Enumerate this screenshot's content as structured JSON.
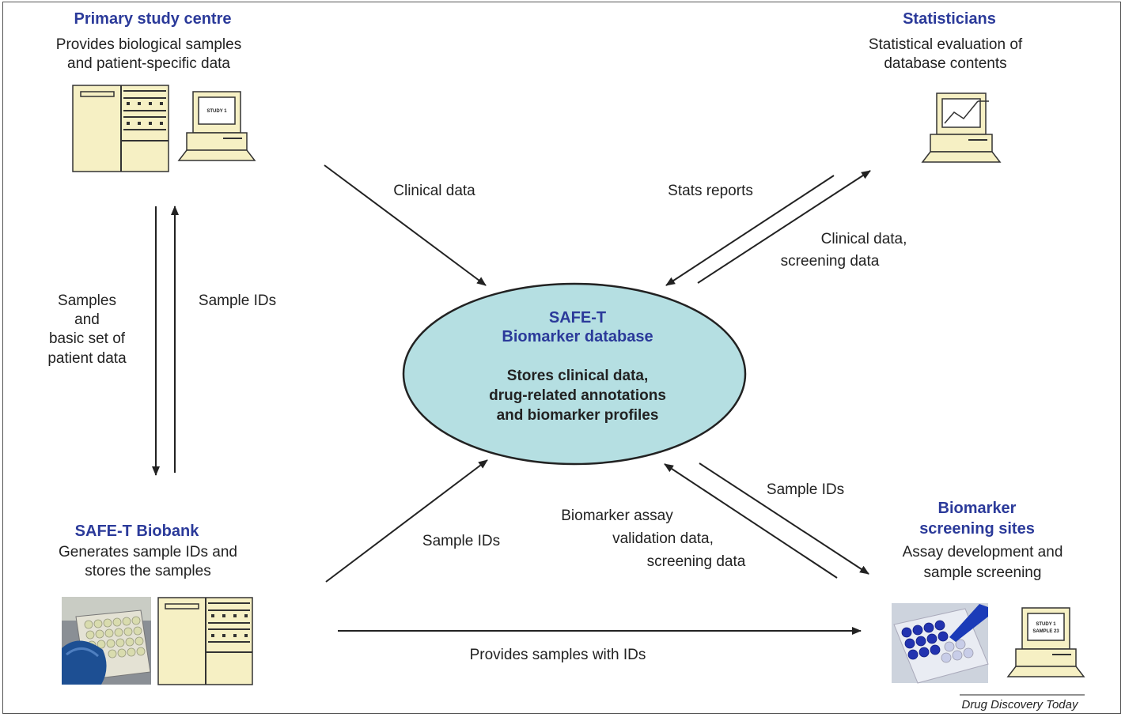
{
  "nodes": {
    "primary_centre": {
      "title": "Primary study centre",
      "desc_line1": "Provides biological samples",
      "desc_line2": "and patient-specific data",
      "computer_screen": "STUDY 1"
    },
    "statisticians": {
      "title": "Statisticians",
      "desc_line1": "Statistical evaluation of",
      "desc_line2": "database contents"
    },
    "biobank": {
      "title": "SAFE-T Biobank",
      "desc_line1": "Generates sample IDs and",
      "desc_line2": "stores the samples"
    },
    "screening_sites": {
      "title_line1": "Biomarker",
      "title_line2": "screening sites",
      "desc_line1": "Assay development and",
      "desc_line2": "sample screening",
      "computer_screen_line1": "STUDY 1",
      "computer_screen_line2": "SAMPLE 23"
    },
    "database": {
      "title_line1": "SAFE-T",
      "title_line2": "Biomarker database",
      "desc_line1": "Stores clinical data,",
      "desc_line2": "drug-related annotations",
      "desc_line3": "and biomarker profiles",
      "fill_color": "#b5dfe2"
    }
  },
  "edges": {
    "centre_to_db": "Clinical data",
    "db_to_stats": "Stats reports",
    "stats_to_db_line1": "Clinical data,",
    "stats_to_db_line2": "screening data",
    "centre_to_biobank_line1": "Samples",
    "centre_to_biobank_line2": "and",
    "centre_to_biobank_line3": "basic set of",
    "centre_to_biobank_line4": "patient data",
    "biobank_to_centre": "Sample IDs",
    "biobank_to_db": "Sample IDs",
    "screening_to_db_line1": "Biomarker assay",
    "screening_to_db_line2": "validation data,",
    "screening_to_db_line3": "screening data",
    "db_to_screening": "Sample IDs",
    "biobank_to_screening": "Provides samples with IDs"
  },
  "source": "Drug Discovery Today",
  "colors": {
    "title_blue": "#2b3a9a",
    "database_fill": "#b5dfe2",
    "equipment_fill": "#f6f0c4"
  }
}
